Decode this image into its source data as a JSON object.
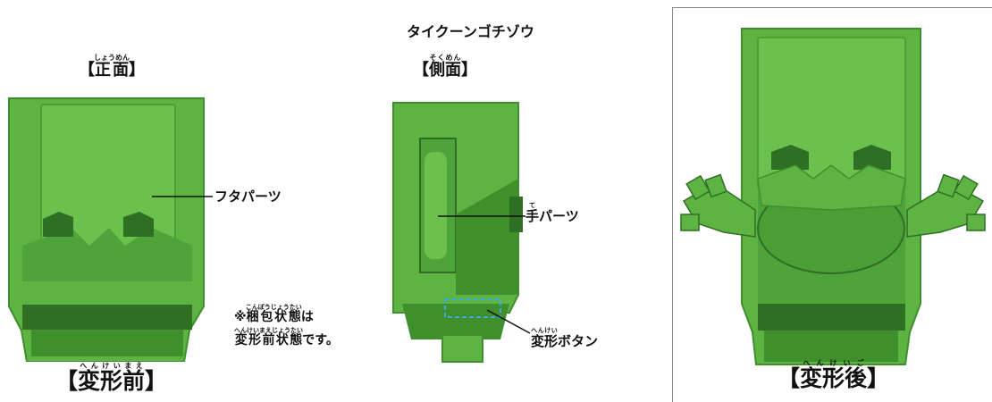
{
  "title": "タイクーンゴチゾウ",
  "views": {
    "front": {
      "bracket_open": "【",
      "label": "正面",
      "ruby": "しょうめん",
      "bracket_close": "】"
    },
    "side": {
      "bracket_open": "【",
      "label": "側面",
      "ruby": "そくめん",
      "bracket_close": "】"
    },
    "before": {
      "bracket_open": "【",
      "label": "変形前",
      "ruby": "へんけいまえ",
      "bracket_close": "】"
    },
    "after": {
      "bracket_open": "【",
      "label": "変形後",
      "ruby": "へんけいご",
      "bracket_close": "】"
    }
  },
  "callouts": {
    "lid_parts": "フタパーツ",
    "hand_parts_kanji": "手",
    "hand_parts_ruby": "て",
    "hand_parts_rest": "パーツ",
    "transform_button": "変形ボタン",
    "transform_button_kanji": "変形",
    "transform_button_ruby": "へんけい",
    "transform_button_rest": "ボタン"
  },
  "note": {
    "prefix": "※",
    "line1_kanji": "梱包状態",
    "line1_ruby": "こんぽうじょうたい",
    "line1_rest": "は",
    "line2_kanji": "変形前状態",
    "line2_ruby": "へんけいまえじょうたい",
    "line2_rest": "です。"
  },
  "colors": {
    "toy_green": "#5db442",
    "toy_green_dark": "#3f8f2d",
    "toy_green_shadow": "#2f6f24",
    "toy_green_light": "#84cd66",
    "dashed_highlight": "#3ea8e0"
  }
}
